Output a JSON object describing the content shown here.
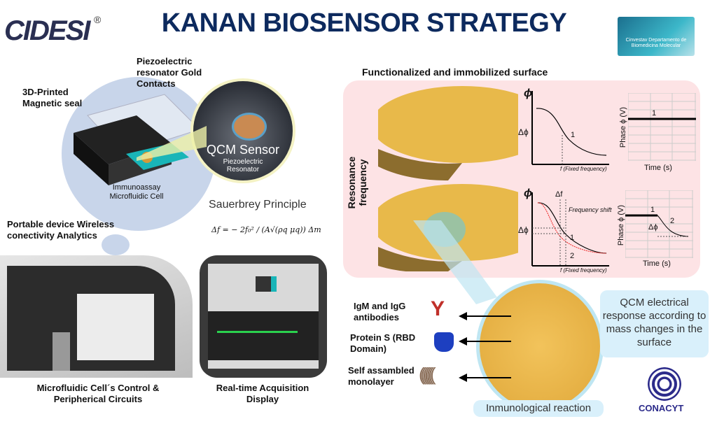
{
  "header": {
    "title": "KANAN BIOSENSOR STRATEGY",
    "logo_left": "CIDESI",
    "logo_left_mark": "®",
    "logo_right": "Cinvestav Departamento de Biomedicina Molecular"
  },
  "left": {
    "seal_label": "3D-Printed Magnetic seal",
    "resonator_label": "Piezoelectric resonator Gold Contacts",
    "qcm_title": "QCM Sensor",
    "qcm_sub": "Piezoelectric Resonator",
    "cell_label": "Immunoassay Microfluidic Cell",
    "principle": "Sauerbrey Principle",
    "formula": "Δf = − 2f₀² / (A√(ρq μq)) Δm",
    "device_label": "Portable device Wireless conectivity Analytics",
    "device_caption": "Microfluidic Cell´s Control & Peripherical Circuits",
    "display_caption": "Real-time Acquisition Display"
  },
  "right": {
    "surface_title": "Functionalized and immobilized surface",
    "resonance_label": "Resonance frequency",
    "chart_top": {
      "y_axis": "ϕ",
      "delta": "Δϕ",
      "curve1": "1",
      "x_label": "f",
      "ff": "f",
      "ff_sub": "f (Fixed frequency)"
    },
    "phase_top": {
      "ylabel": "Phase ϕ (V)",
      "xlabel": "Time (s)",
      "curve1": "1"
    },
    "chart_bottom": {
      "y_axis": "ϕ",
      "delta": "Δϕ",
      "df": "Δf",
      "shift": "Frequency shift",
      "curve1": "1",
      "curve2": "2",
      "ff": "f",
      "ff_sub": "f (Fixed frequency)",
      "x_label": "f"
    },
    "phase_bottom": {
      "ylabel": "Phase ϕ (V)",
      "xlabel": "Time (s)",
      "curve1": "1",
      "curve2": "2",
      "delta": "Δϕ"
    }
  },
  "bottom": {
    "antibodies": "IgM and IgG antibodies",
    "protein": "Protein S (RBD Domain)",
    "monolayer": "Self assambled monolayer",
    "reaction": "Inmunological reaction",
    "response": "QCM electrical response according to mass changes in the surface",
    "conacyt": "CONACYT"
  }
}
